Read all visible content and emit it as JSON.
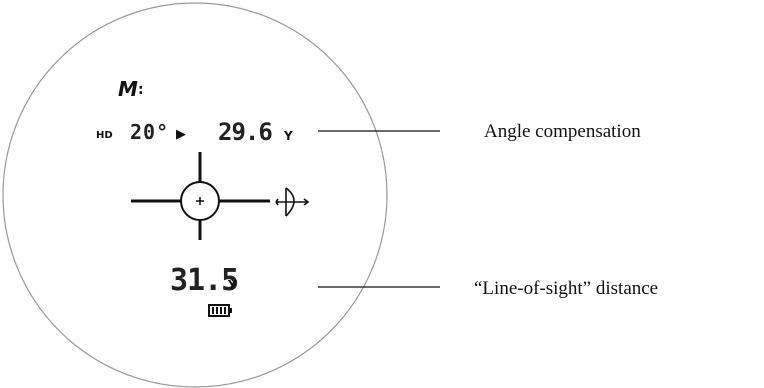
{
  "display": {
    "mode_label": "M",
    "mode_indicator": ":",
    "hd_label": "HD",
    "angle_value": "20°",
    "arrow_glyph": "▶",
    "compensated_distance": "29.6",
    "compensated_unit": "Y",
    "los_distance": "31.5",
    "los_unit": "Y",
    "icons": [
      "crosshair-reticle-icon",
      "bow-arrow-icon",
      "battery-icon"
    ],
    "colors": {
      "lcd_text": "#222222",
      "reticle": "#111111",
      "lens_outline": "#999999"
    }
  },
  "callouts": {
    "angle_compensation": "Angle compensation",
    "line_of_sight": "“Line-of-sight” distance"
  }
}
